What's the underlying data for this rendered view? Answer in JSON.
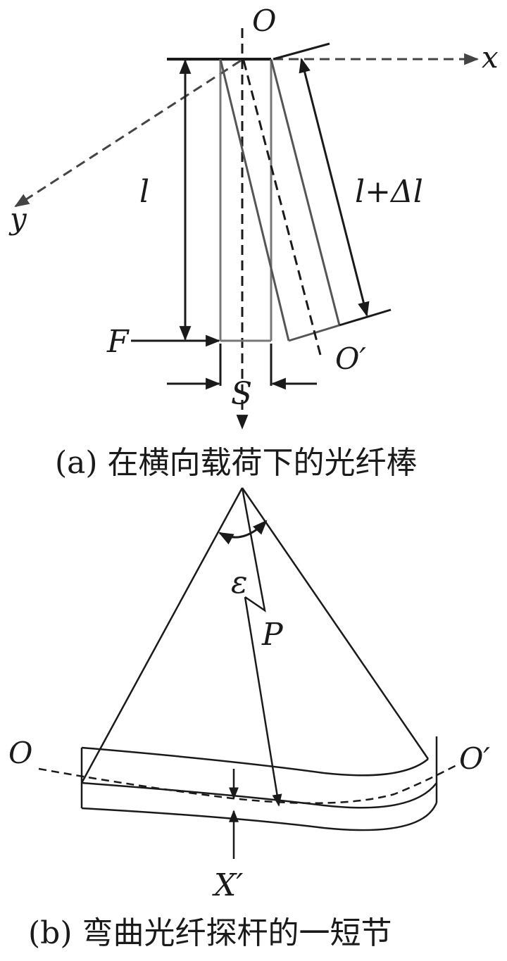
{
  "panel_a": {
    "label_O": "O",
    "label_x": "x",
    "label_y": "y",
    "label_l": "l",
    "label_l_delta": "l+Δl",
    "label_F": "F",
    "label_S": "S",
    "label_O_prime": "O′",
    "caption": "(a) 在横向载荷下的光纤棒"
  },
  "panel_b": {
    "label_epsilon": "ε",
    "label_P": "P",
    "label_O_left": "O",
    "label_O_right": "O′",
    "label_X_prime": "X′",
    "caption": "(b) 弯曲光纤探杆的一短节"
  }
}
